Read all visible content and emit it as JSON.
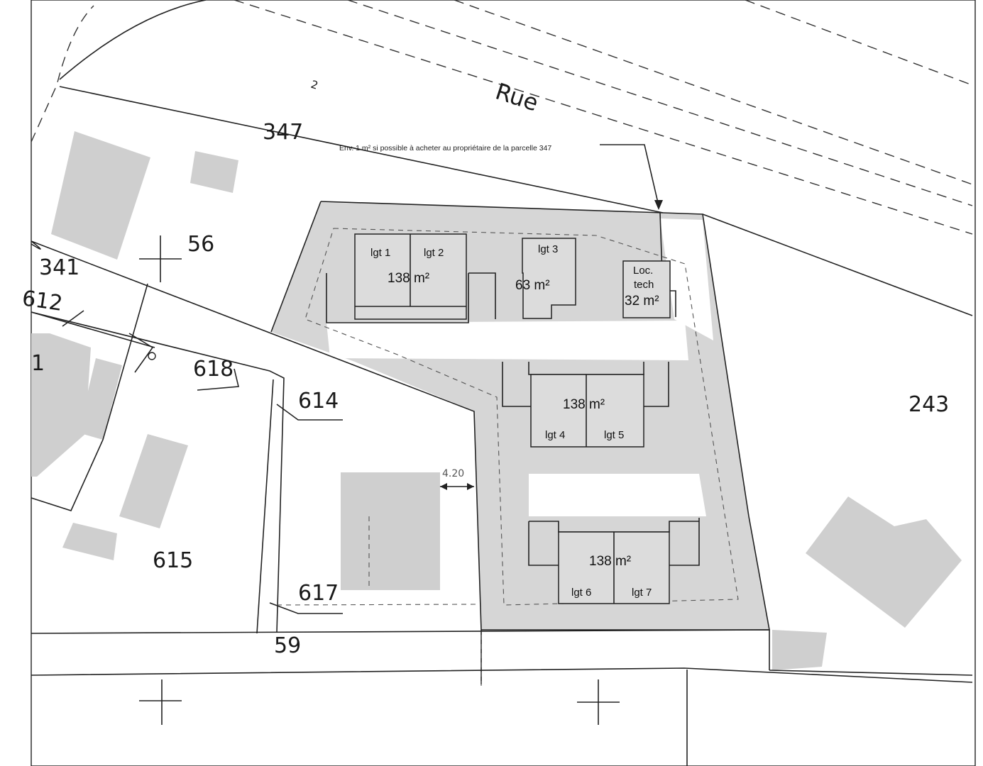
{
  "street": {
    "label": "Rue",
    "number": "2"
  },
  "parcels": {
    "p347": "347",
    "p56": "56",
    "p341": "341",
    "p612": "612",
    "p618": "618",
    "p614": "614",
    "p615": "615",
    "p617": "617",
    "p59": "59",
    "p243": "243",
    "p_partial": "1"
  },
  "note": "Env. 1 m² si possible à acheter au propriétaire de la parcelle 347",
  "dimension": "4.20",
  "blocks": {
    "b1": {
      "unit_a": "lgt 1",
      "unit_b": "lgt 2",
      "area": "138 m²"
    },
    "b2": {
      "unit_a": "lgt 3",
      "area": "63 m²"
    },
    "tech": {
      "line1": "Loc.",
      "line2": "tech",
      "area": "32 m²"
    },
    "b3": {
      "unit_a": "lgt 4",
      "unit_b": "lgt 5",
      "area": "138 m²"
    },
    "b4": {
      "unit_a": "lgt 6",
      "unit_b": "lgt 7",
      "area": "138 m²"
    }
  }
}
